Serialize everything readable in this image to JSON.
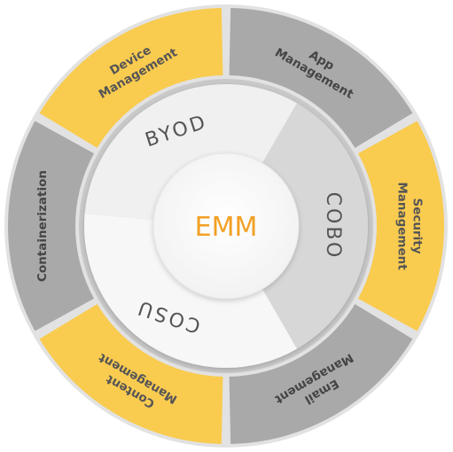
{
  "center": {
    "label": "EMM"
  },
  "middle_ring": [
    {
      "label": "BYOD",
      "color": "#f0f0f0"
    },
    {
      "label": "COBO",
      "color": "#d7d7d7"
    },
    {
      "label": "COSU",
      "color": "#f7f7f7"
    }
  ],
  "outer_ring": [
    {
      "lines": [
        "Device",
        "Management"
      ],
      "color": "#f9cb4f",
      "text_color": "#555555"
    },
    {
      "lines": [
        "App",
        "Management"
      ],
      "color": "#a9a9a9",
      "text_color": "#454545"
    },
    {
      "lines": [
        "Security",
        "Management"
      ],
      "color": "#f9cb4f",
      "text_color": "#555555"
    },
    {
      "lines": [
        "Email",
        "Management"
      ],
      "color": "#a9a9a9",
      "text_color": "#454545"
    },
    {
      "lines": [
        "Content",
        "Management"
      ],
      "color": "#f9cb4f",
      "text_color": "#555555"
    },
    {
      "lines": [
        "Containerization"
      ],
      "color": "#a9a9a9",
      "text_color": "#454545"
    }
  ]
}
